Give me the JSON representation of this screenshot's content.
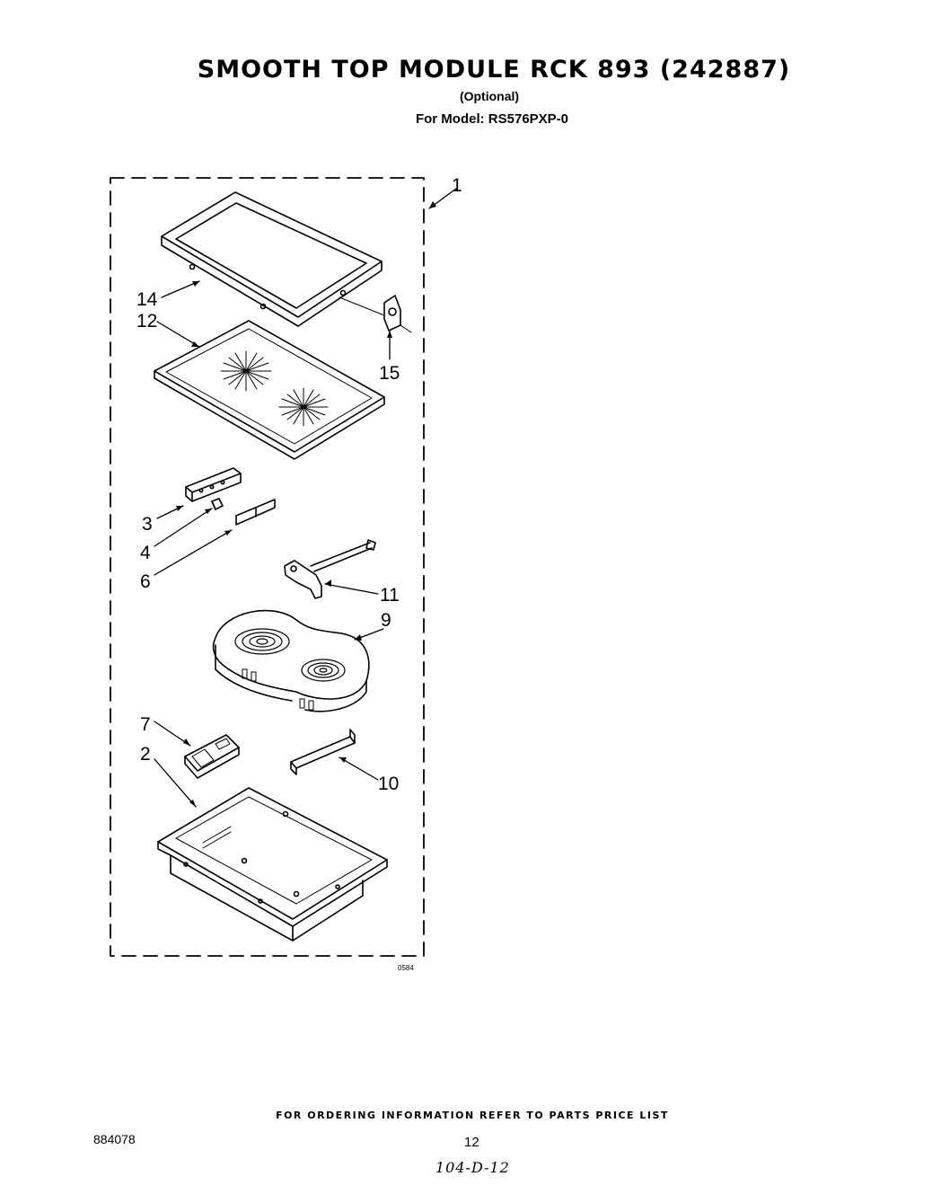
{
  "header": {
    "title": "SMOOTH TOP MODULE RCK 893 (242887)",
    "subtitle": "(Optional)",
    "model": "For Model: RS576PXP-0"
  },
  "diagram": {
    "callouts": [
      "1",
      "14",
      "12",
      "15",
      "3",
      "4",
      "6",
      "11",
      "9",
      "7",
      "2",
      "10"
    ],
    "drawing_code": "0584"
  },
  "footer": {
    "ordering_note": "FOR ORDERING INFORMATION REFER TO PARTS PRICE LIST",
    "doc_number": "884078",
    "page_number": "12",
    "handwritten_note": "104-D-12"
  }
}
